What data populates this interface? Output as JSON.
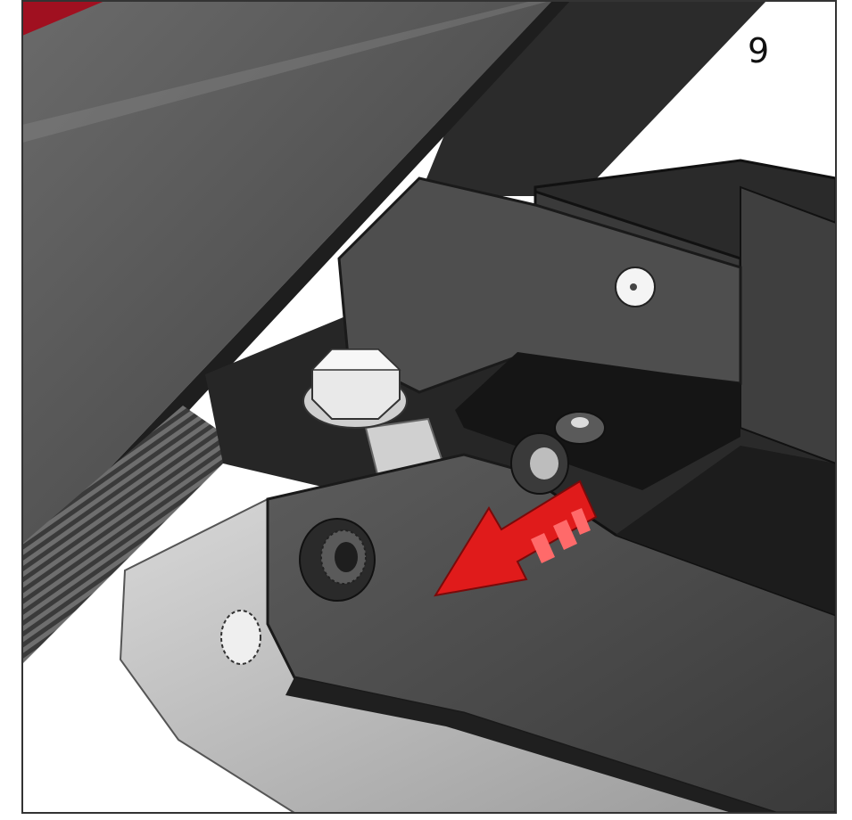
{
  "figure": {
    "step_number": "9",
    "colors": {
      "frame_border": "#333333",
      "background": "#ffffff",
      "dark_steel": "#2e2e2e",
      "mid_steel": "#4a4a4a",
      "light_steel": "#bdbdbd",
      "accent_red": "#e01b1b",
      "seat_red": "#a01020"
    },
    "parts": [
      {
        "name": "seat-edge",
        "color": "seat_red"
      },
      {
        "name": "upper-plate",
        "color": "mid_steel"
      },
      {
        "name": "coil-spring",
        "color": "dark_steel"
      },
      {
        "name": "hex-bolt",
        "color": "light_steel"
      },
      {
        "name": "u-bracket",
        "color": "dark_steel"
      },
      {
        "name": "pivot-arm",
        "color": "mid_steel"
      },
      {
        "name": "lower-plate",
        "color": "light_steel"
      },
      {
        "name": "direction-arrow",
        "color": "accent_red"
      }
    ]
  }
}
